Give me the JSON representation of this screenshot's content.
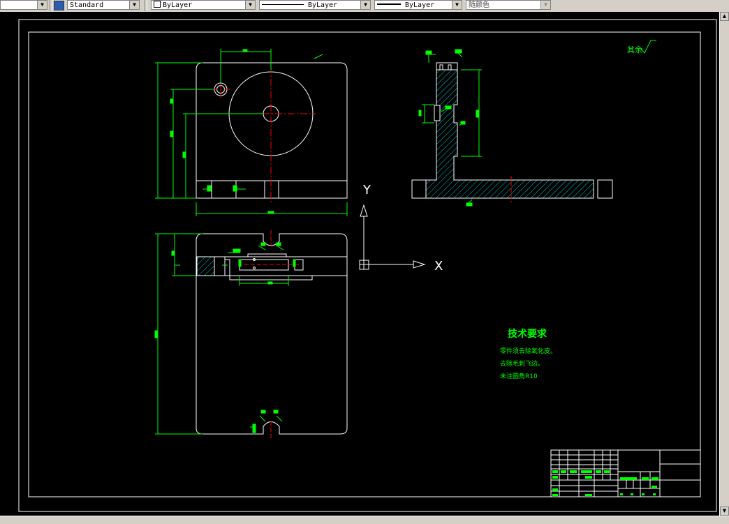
{
  "toolbar": {
    "textstyle": "Standard",
    "layer": "ByLayer",
    "linetype": "ByLayer",
    "lineweight": "ByLayer",
    "color": "随颜色"
  },
  "drawing": {
    "roughness_note": "其余",
    "axis_y": "Y",
    "axis_x": "X",
    "tech_title": "技术要求",
    "tech_notes": [
      "零件须去除氧化皮。",
      "去除毛刺飞边。",
      "未注圆角R10"
    ]
  },
  "colors": {
    "background": "#000000",
    "geometry": "#ffffff",
    "dimension": "#00ff00",
    "centerline": "#ff0000",
    "text": "#00ff00"
  }
}
